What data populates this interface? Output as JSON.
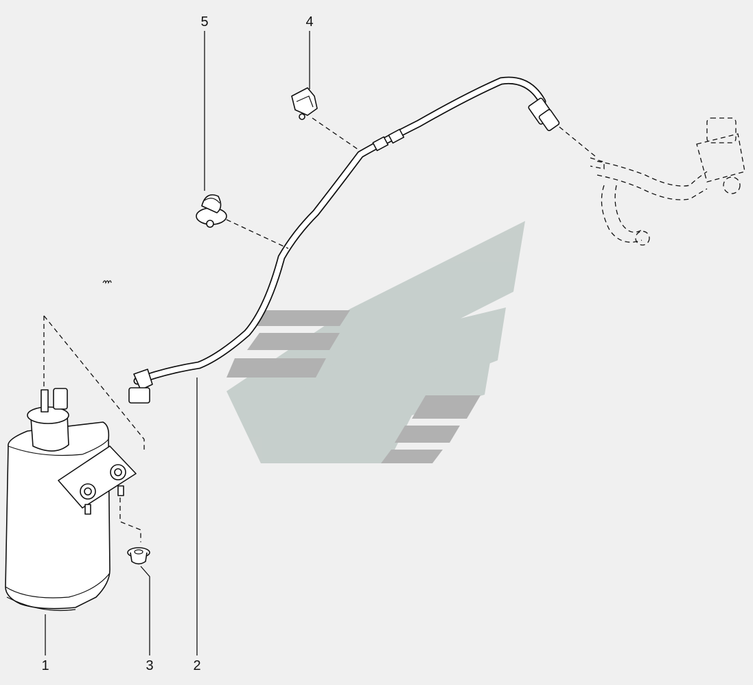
{
  "diagram": {
    "callouts": [
      {
        "id": "1",
        "label": "1"
      },
      {
        "id": "2",
        "label": "2"
      },
      {
        "id": "3",
        "label": "3"
      },
      {
        "id": "4",
        "label": "4"
      },
      {
        "id": "5",
        "label": "5"
      }
    ],
    "colors": {
      "background": "#f0f0f0",
      "watermark": "#b9c4c0",
      "watermark_bars": "#9c9c9c",
      "linework": "#111111"
    }
  }
}
